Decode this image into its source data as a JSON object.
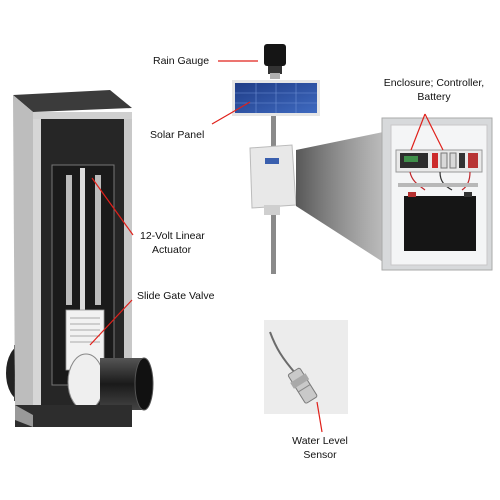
{
  "labels": {
    "rain_gauge": "Rain Gauge",
    "solar_panel": "Solar Panel",
    "enclosure_line1": "Enclosure; Controller,",
    "enclosure_line2": "Battery",
    "actuator_line1": "12-Volt Linear",
    "actuator_line2": "Actuator",
    "slide_gate_valve": "Slide Gate Valve",
    "sensor_line1": "Water Level",
    "sensor_line2": "Sensor"
  },
  "colors": {
    "leader_line": "#e0201a",
    "cabinet_dark": "#2a2a2a",
    "frame_light": "#cfcfcf",
    "panel_blue": "#2c4f9e",
    "enclosure_gray": "#e2e4e6",
    "sensor_card": "#eeeeee"
  },
  "icons": [
    "gate-valve-structure",
    "rain-gauge-icon",
    "solar-panel-icon",
    "controller-enclosure-box",
    "enclosure-interior-photo",
    "water-level-sensor-icon"
  ]
}
